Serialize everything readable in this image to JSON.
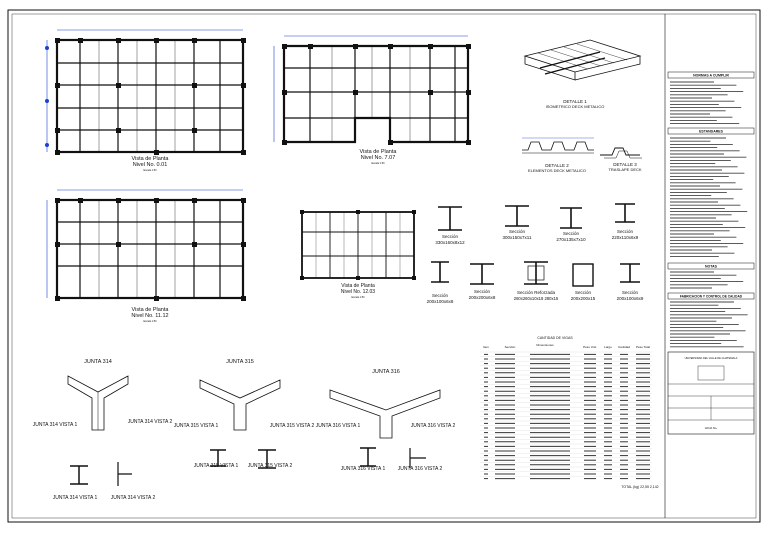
{
  "plans": [
    {
      "id": "p1",
      "title": "Vista de Planta",
      "subtitle": "Nivel No. 0.01",
      "scale": "Escala 1:50"
    },
    {
      "id": "p2",
      "title": "Vista de Planta",
      "subtitle": "Nivel No. 7.07",
      "scale": "Escala 1:50"
    },
    {
      "id": "p3",
      "title": "Vista de Planta",
      "subtitle": "Nivel No. 12.03",
      "scale": "Escala 1:50"
    },
    {
      "id": "p4",
      "title": "Vista de Planta",
      "subtitle": "Nivel No. 11.12",
      "scale": "Escala 1:50"
    }
  ],
  "details": [
    {
      "id": "d1",
      "title": "DETALLE 1",
      "subtitle": "ISOMETRICO DECK METALICO"
    },
    {
      "id": "d2",
      "title": "DETALLE 2",
      "subtitle": "ELEMENTOS DECK METALICO"
    },
    {
      "id": "d3",
      "title": "DETALLE 3",
      "subtitle": "TRASLAPE DECK"
    }
  ],
  "sections": [
    {
      "label": "Sección",
      "dims": "330x160x8x12"
    },
    {
      "label": "Sección",
      "dims": "300x150x7x11"
    },
    {
      "label": "Sección",
      "dims": "270x135x7x10"
    },
    {
      "label": "Sección",
      "dims": "220x110x6x9"
    },
    {
      "label": "Sección",
      "dims": "200x100x6x8"
    },
    {
      "label": "Sección",
      "dims": "200x200x6x8"
    },
    {
      "label": "Sección Reforzada",
      "dims": "260x260x10x18 280x15"
    },
    {
      "label": "Sección",
      "dims": "200x200x15"
    },
    {
      "label": "Sección",
      "dims": "200x100x6x9"
    }
  ],
  "joints": [
    {
      "id": "j314",
      "title": "JUNTA 314",
      "v1": "JUNTA 314 VISTA 1",
      "v2": "JUNTA 314 VISTA 2"
    },
    {
      "id": "j315",
      "title": "JUNTA 315",
      "v1": "JUNTA 315 VISTA 1",
      "v2": "JUNTA 315 VISTA 2"
    },
    {
      "id": "j316",
      "title": "JUNTA 316",
      "v1": "JUNTA 316 VISTA 1",
      "v2": "JUNTA 316 VISTA 2"
    }
  ],
  "table": {
    "title": "CANTIDAD DE VIGAS",
    "headers": [
      "Item",
      "Sección",
      "Dimensiones",
      "Peso Unit.",
      "Largo",
      "Cantidad",
      "Peso Total"
    ],
    "total": "TOTAL (kg)  22,55 2,142"
  },
  "title_block": {
    "headers": [
      "NORMAS A CUMPLIR",
      "ESTANDARES",
      "NOTAS",
      "FABRICACION Y CONTROL DE CALIDAD"
    ],
    "university": "UNIVERSIDAD DEL VALLE DE GUATEMALA",
    "sheet": "HOJA No."
  }
}
